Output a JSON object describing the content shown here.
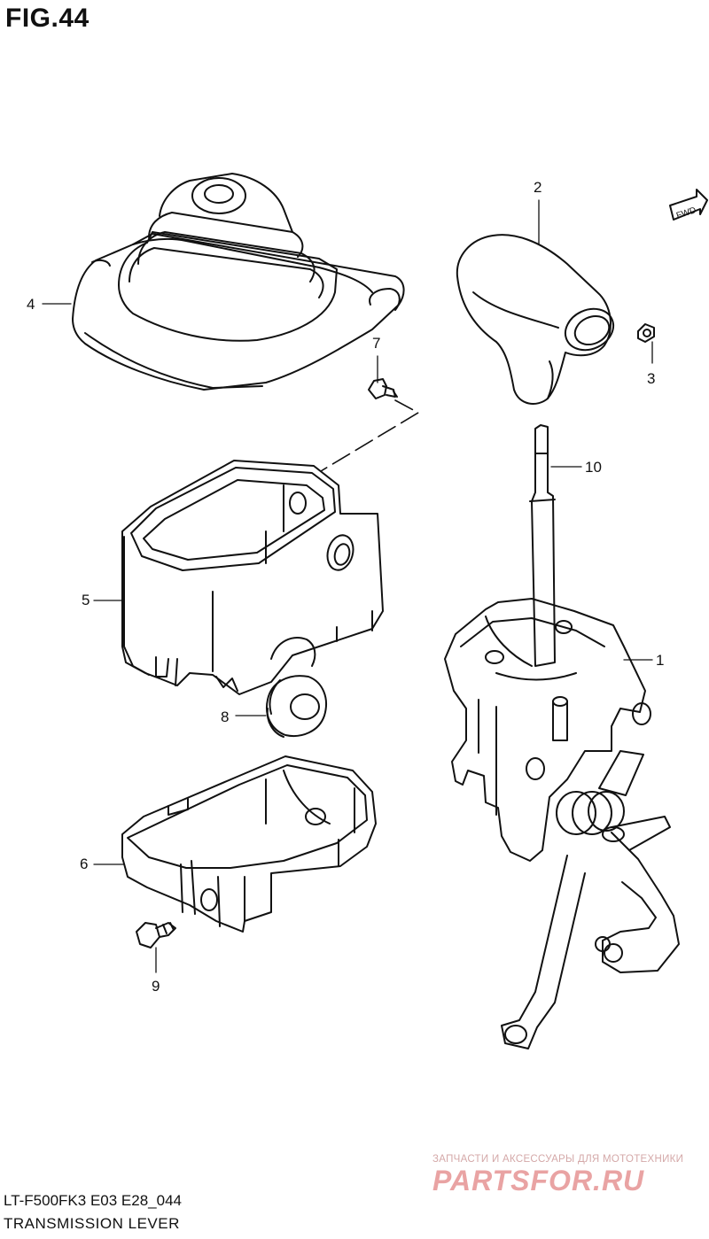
{
  "figure": {
    "title": "FIG.44"
  },
  "direction_badge": "FWD",
  "callouts": {
    "p1": "1",
    "p2": "2",
    "p3": "3",
    "p4": "4",
    "p5": "5",
    "p6": "6",
    "p7": "7",
    "p8": "8",
    "p9": "9",
    "p10": "10"
  },
  "footer": {
    "model_code": "LT-F500FK3 E03 E28_044",
    "section_name": "TRANSMISSION LEVER"
  },
  "watermark": {
    "tagline": "ЗАПЧАСТИ И АКСЕССУАРЫ ДЛЯ МОТОТЕХНИКИ",
    "logo": "PARTSFOR.RU"
  }
}
